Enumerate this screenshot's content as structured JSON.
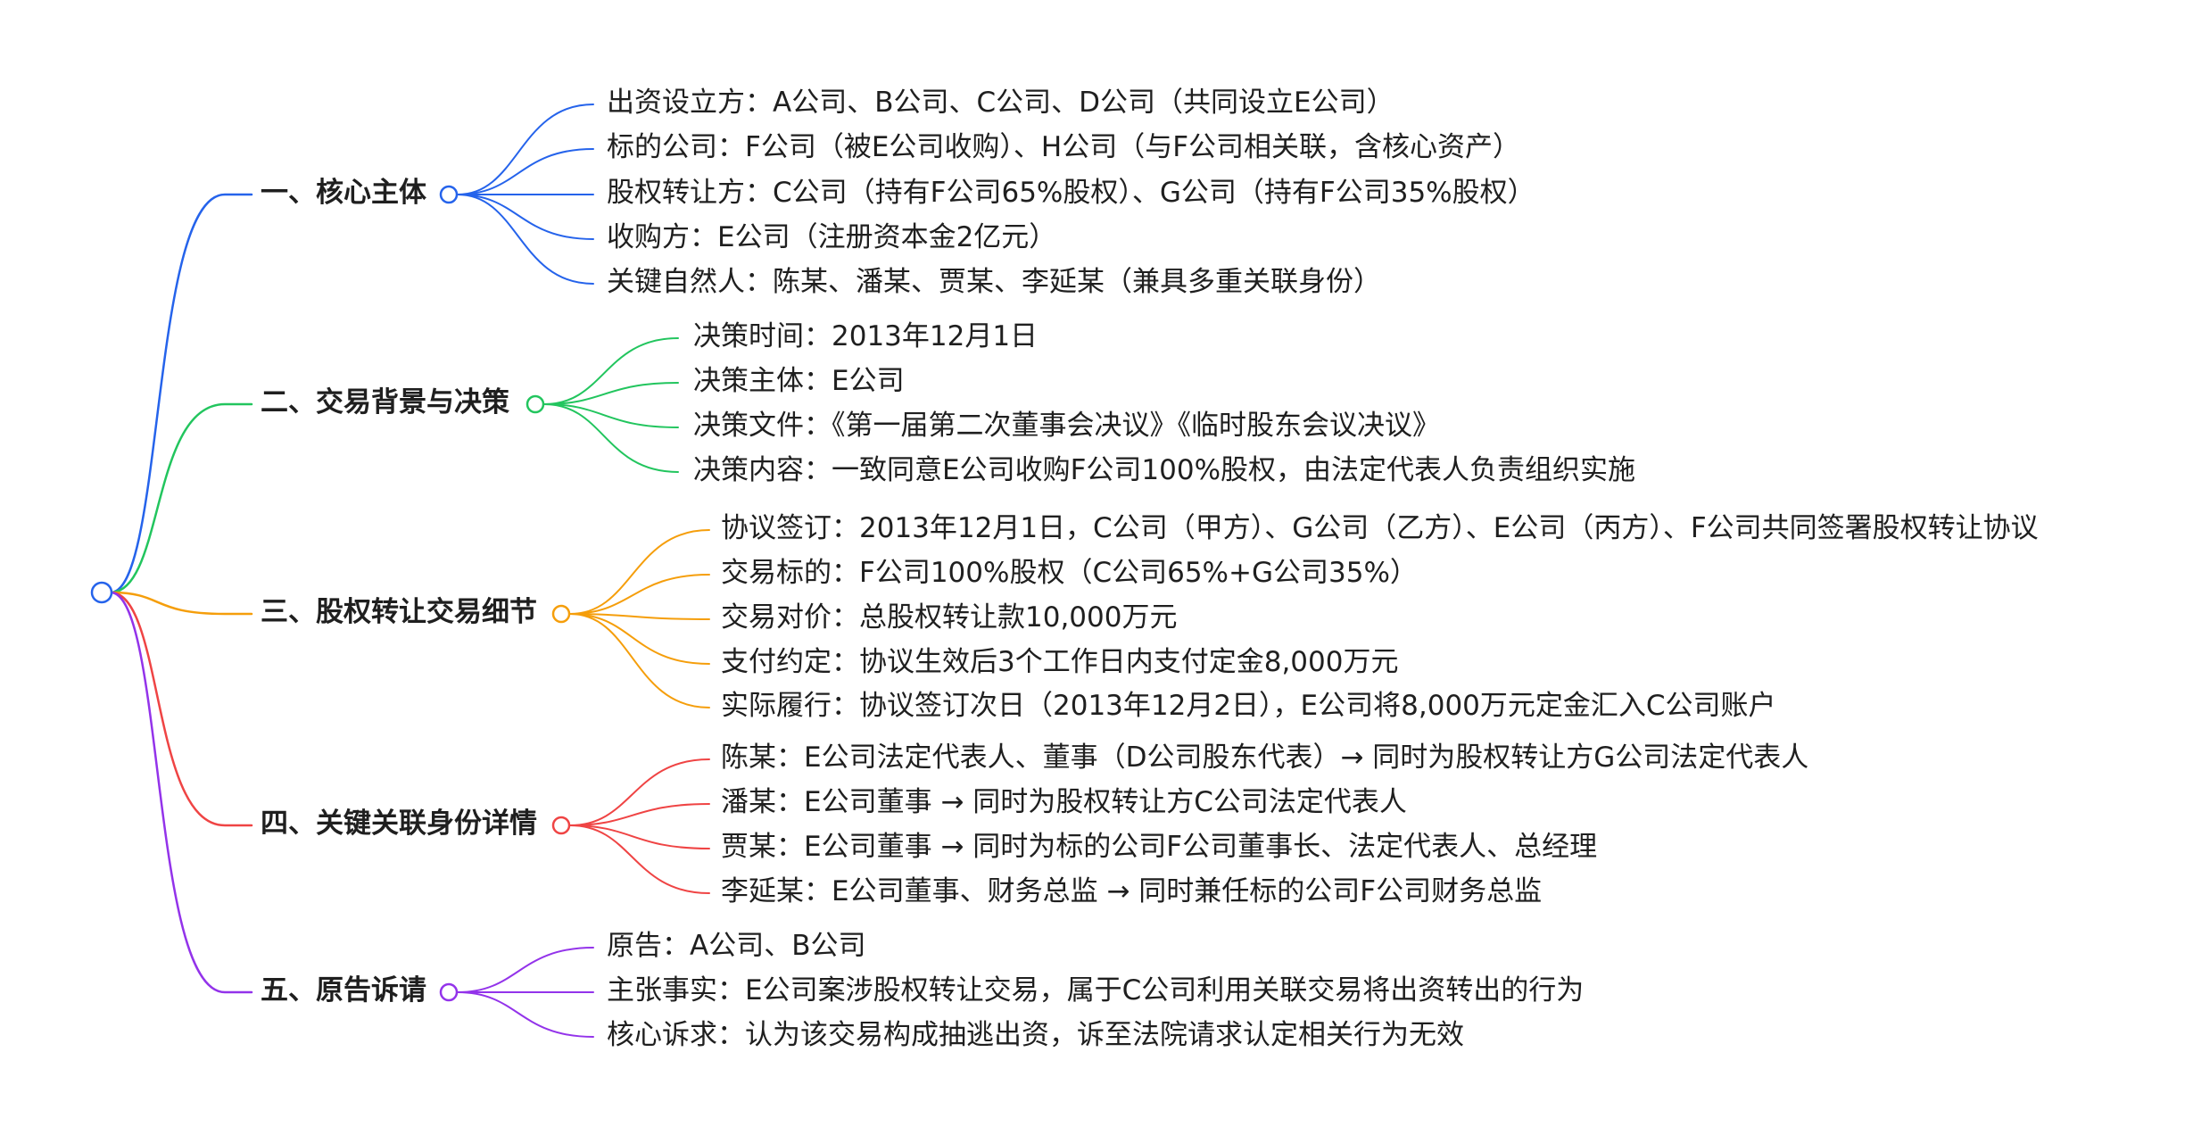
{
  "mindmap": {
    "root": {
      "label": ""
    },
    "branches": [
      {
        "title": "一、核心主体",
        "color": "#2563eb",
        "items": [
          "出资设立方：A公司、B公司、C公司、D公司（共同设立E公司）",
          "标的公司：F公司（被E公司收购）、H公司（与F公司相关联，含核心资产）",
          "股权转让方：C公司（持有F公司65%股权）、G公司（持有F公司35%股权）",
          "收购方：E公司（注册资本金2亿元）",
          "关键自然人：陈某、潘某、贾某、李延某（兼具多重关联身份）"
        ]
      },
      {
        "title": "二、交易背景与决策",
        "color": "#22c55e",
        "items": [
          "决策时间：2013年12月1日",
          "决策主体：E公司",
          "决策文件：《第一届第二次董事会决议》《临时股东会议决议》",
          "决策内容：一致同意E公司收购F公司100%股权，由法定代表人负责组织实施"
        ]
      },
      {
        "title": "三、股权转让交易细节",
        "color": "#f59e0b",
        "items": [
          "协议签订：2013年12月1日，C公司（甲方）、G公司（乙方）、E公司（丙方）、F公司共同签署股权转让协议",
          "交易标的：F公司100%股权（C公司65%+G公司35%）",
          "交易对价：总股权转让款10,000万元",
          "支付约定：协议生效后3个工作日内支付定金8,000万元",
          "实际履行：协议签订次日（2013年12月2日），E公司将8,000万元定金汇入C公司账户"
        ]
      },
      {
        "title": "四、关键关联身份详情",
        "color": "#ef4444",
        "items": [
          "陈某：E公司法定代表人、董事（D公司股东代表）→ 同时为股权转让方G公司法定代表人",
          "潘某：E公司董事 → 同时为股权转让方C公司法定代表人",
          "贾某：E公司董事 → 同时为标的公司F公司董事长、法定代表人、总经理",
          "李延某：E公司董事、财务总监 → 同时兼任标的公司F公司财务总监"
        ]
      },
      {
        "title": "五、原告诉请",
        "color": "#9333ea",
        "items": [
          "原告：A公司、B公司",
          "主张事实：E公司案涉股权转让交易，属于C公司利用关联交易将出资转出的行为",
          "核心诉求：认为该交易构成抽逃出资，诉至法院请求认定相关行为无效"
        ]
      }
    ]
  }
}
